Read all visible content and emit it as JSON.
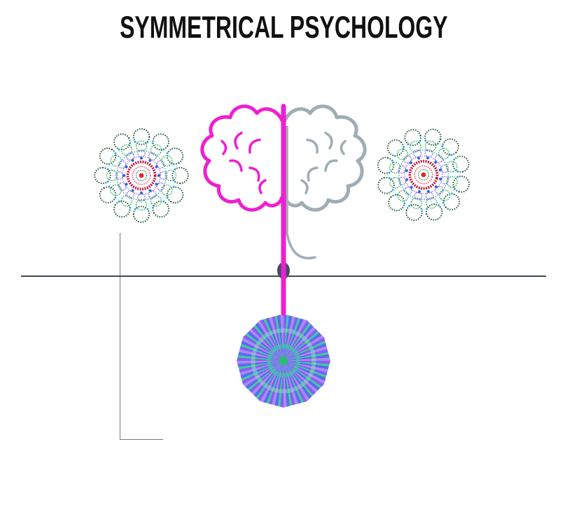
{
  "title": "SYMMETRICAL PSYCHOLOGY",
  "colors": {
    "brain_left": "#ee1fd0",
    "brain_right": "#9fadb5",
    "stem": "#ee1fd0",
    "divider_line": "#3c4b52",
    "node": "#3e4f63",
    "corner_line": "#6f797e",
    "mandala_outer_green": "#14532d",
    "mandala_red_ring": "#be123c",
    "kaleidoscope_purple": "#8b5cf6",
    "kaleidoscope_green": "#34d399"
  },
  "graphics": {
    "left_mandala": "kaleidoscope-mandala",
    "right_mandala": "kaleidoscope-mandala",
    "brain": "half-magenta-half-gray-brain",
    "bottom_disc": "kaleidoscope-disc"
  }
}
